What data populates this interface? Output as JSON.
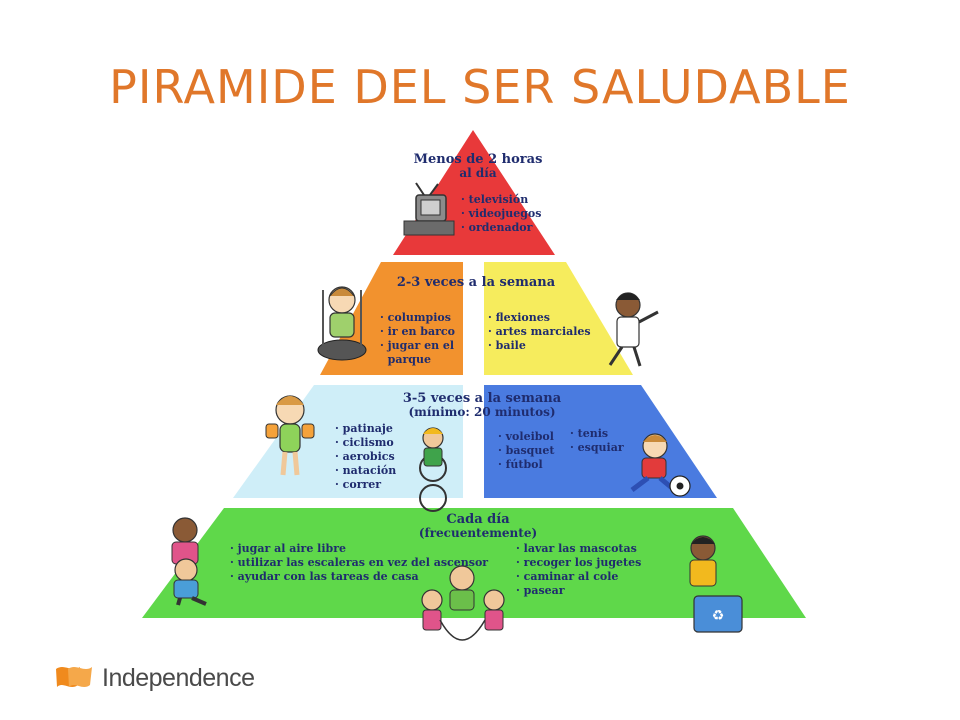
{
  "title": "PIRAMIDE DEL SER SALUDABLE",
  "pyramid": {
    "top": {
      "heading1": "Menos de 2 horas",
      "heading2": "al día",
      "items": [
        "· televisión",
        "· videojuegos",
        "· ordenador"
      ]
    },
    "level2": {
      "heading": "2-3 veces a la semana",
      "left_items": [
        "· columpios",
        "· ir en barco",
        "· jugar en el",
        "  parque"
      ],
      "right_items": [
        "· flexiones",
        "· artes marciales",
        "· baile"
      ]
    },
    "level3": {
      "heading1": "3-5 veces a la semana",
      "heading2": "(mínimo: 20 minutos)",
      "left_items": [
        "· patinaje",
        "· ciclismo",
        "· aerobics",
        "· natación",
        "· correr"
      ],
      "right_col1": [
        "· voleibol",
        "· basquet",
        "· fútbol"
      ],
      "right_col2": [
        "· tenis",
        "· esquiar"
      ]
    },
    "base": {
      "heading1": "Cada día",
      "heading2": "(frecuentemente)",
      "left_items": [
        "· jugar al aire libre",
        "· utilizar las escaleras en vez del ascensor",
        "· ayudar con las tareas de casa"
      ],
      "right_items": [
        "· lavar las mascotas",
        "· recoger los jugetes",
        "· caminar al cole",
        "· pasear"
      ]
    }
  },
  "colors": {
    "title": "#e0772a",
    "top": "#e8393a",
    "orange": "#f2922e",
    "yellow": "#f6ec5d",
    "lightblue": "#cfeef8",
    "blue": "#4a7be0",
    "green": "#5fd84a"
  },
  "footer": {
    "brand": "Independence"
  }
}
